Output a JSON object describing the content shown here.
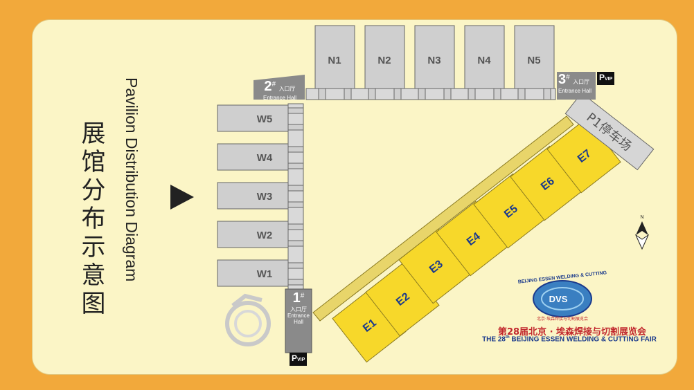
{
  "title": {
    "cn": "展馆分布示意图",
    "en": "Pavilion Distribution Diagram"
  },
  "halls": {
    "north": [
      "N1",
      "N2",
      "N3",
      "N4",
      "N5"
    ],
    "west": [
      "W5",
      "W4",
      "W3",
      "W2",
      "W1"
    ],
    "east": [
      "E1",
      "E2",
      "E3",
      "E4",
      "E5",
      "E6",
      "E7"
    ]
  },
  "entrances": [
    {
      "num": "2",
      "sup": "#",
      "cn": "入口厅",
      "en": "Entrance Hall"
    },
    {
      "num": "3",
      "sup": "#",
      "cn": "入口厅",
      "en": "Entrance Hall"
    },
    {
      "num": "1",
      "sup": "#",
      "cn": "入口厅",
      "en": "Entrance Hall"
    }
  ],
  "parking": {
    "label": "P1停车场",
    "badge_main": "P",
    "badge_sub": "VIP"
  },
  "compass": {
    "label": "N"
  },
  "fair": {
    "logo_arc": "BEIJING ESSEN WELDING & CUTTING",
    "logo_cn": "北京·埃森焊接与切割展览会",
    "logo_mark": "DVS",
    "name_cn": "第28届北京 · 埃森焊接与切割展览会",
    "name_en_pre": "THE 28",
    "name_en_sup": "th",
    "name_en_post": " BEIJING ESSEN WELDING & CUTTING FAIR"
  },
  "colors": {
    "background": "#F2A93B",
    "panel": "#FBF5C6",
    "hall_gray": "#CFCFCF",
    "hall_yellow": "#F7D82A",
    "entrance_gray": "#8A8A8A",
    "east_label": "#1B3A8C"
  }
}
